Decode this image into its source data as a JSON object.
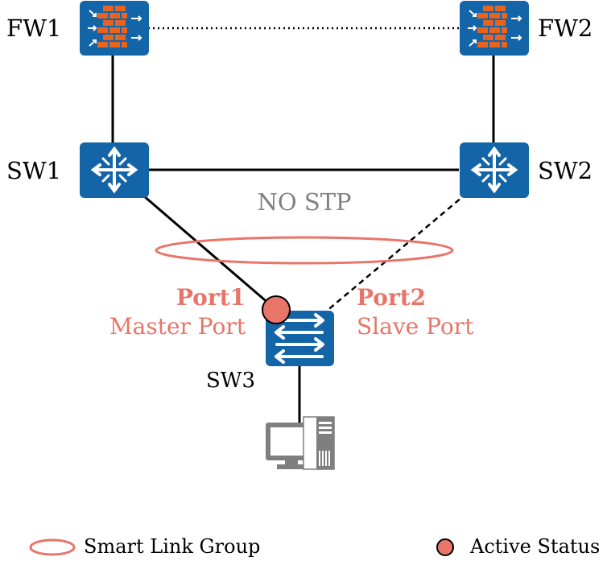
{
  "devices": {
    "fw1": "FW1",
    "fw2": "FW2",
    "sw1": "SW1",
    "sw2": "SW2",
    "sw3": "SW3"
  },
  "center_label": "NO STP",
  "ports": {
    "port1": {
      "name": "Port1",
      "role": "Master Port"
    },
    "port2": {
      "name": "Port2",
      "role": "Slave Port"
    }
  },
  "legend": {
    "smart_link_group": "Smart Link Group",
    "active_status": "Active Status"
  },
  "colors": {
    "device_blue": "#1464a8",
    "firewall_orange": "#e8641e",
    "accent_red": "#e8756a",
    "gray_text": "#808080",
    "pc_gray": "#7f7f7f"
  },
  "icons": {
    "firewall": "firewall-icon",
    "router": "router-icon",
    "switch": "switch-icon",
    "pc": "pc-icon"
  }
}
